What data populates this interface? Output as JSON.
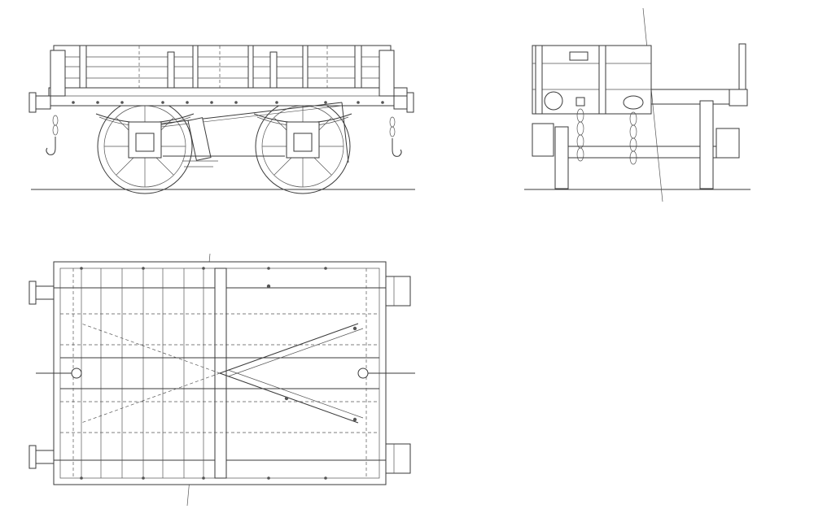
{
  "drawing": {
    "views": [
      {
        "id": "side-elevation"
      },
      {
        "id": "end-elevation"
      },
      {
        "id": "plan-view"
      }
    ],
    "colors": {
      "line": "#3a3a3a",
      "background": "#ffffff"
    }
  }
}
